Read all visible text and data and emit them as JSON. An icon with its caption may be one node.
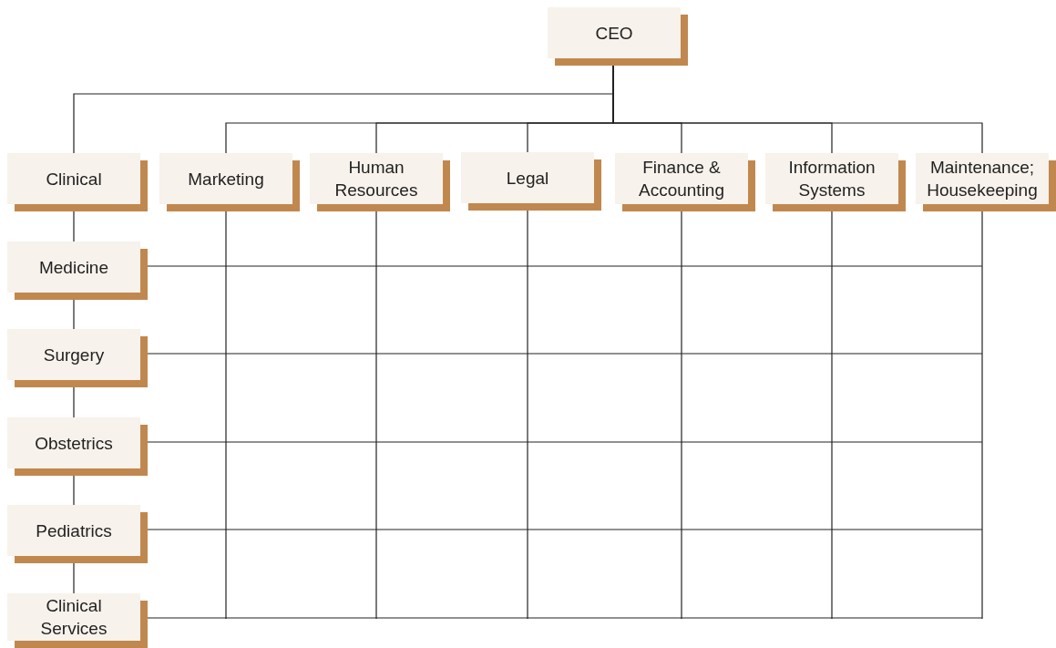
{
  "diagram": {
    "nodes": [
      {
        "text": [
          "CEO"
        ]
      },
      {
        "text": [
          "Clinical"
        ]
      },
      {
        "text": [
          "Marketing"
        ]
      },
      {
        "text": [
          "Human Resources"
        ]
      },
      {
        "text": [
          "Legal"
        ]
      },
      {
        "text": [
          "Finance & Accounting"
        ]
      },
      {
        "text": [
          "Information Systems"
        ]
      },
      {
        "text": [
          "Maintenance; Housekeeping"
        ]
      },
      {
        "text": [
          "Medicine"
        ]
      },
      {
        "text": [
          "Surgery"
        ]
      },
      {
        "text": [
          "Obstetrics"
        ]
      },
      {
        "text": [
          "Pediatrics"
        ]
      },
      {
        "text": [
          "Clinical Services"
        ]
      }
    ],
    "edges": [
      {
        "from": 0,
        "to": 1,
        "arrow": "none"
      },
      {
        "from": 0,
        "to": 2,
        "arrow": "none"
      },
      {
        "from": 0,
        "to": 3,
        "arrow": "none"
      },
      {
        "from": 0,
        "to": 4,
        "arrow": "none"
      },
      {
        "from": 0,
        "to": 5,
        "arrow": "none"
      },
      {
        "from": 0,
        "to": 6,
        "arrow": "none"
      },
      {
        "from": 0,
        "to": 7,
        "arrow": "none"
      },
      {
        "from": 1,
        "to": 8,
        "arrow": "none"
      },
      {
        "from": 8,
        "to": 9,
        "arrow": "none"
      },
      {
        "from": 9,
        "to": 10,
        "arrow": "none"
      },
      {
        "from": 10,
        "to": 11,
        "arrow": "none"
      },
      {
        "from": 11,
        "to": 12,
        "arrow": "none"
      }
    ]
  }
}
